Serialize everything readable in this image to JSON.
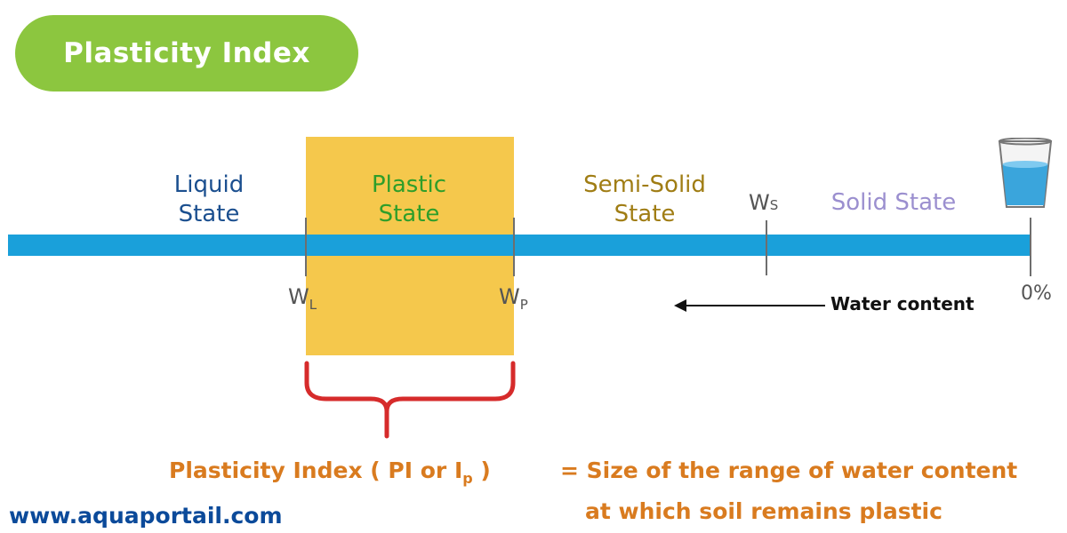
{
  "title": "Plasticity Index",
  "states": {
    "liquid": [
      "Liquid",
      "State"
    ],
    "plastic": [
      "Plastic",
      "State"
    ],
    "semi_solid": [
      "Semi-Solid",
      "State"
    ],
    "solid": "Solid State"
  },
  "limits": {
    "wl": {
      "main": "W",
      "sub": "L"
    },
    "wp": {
      "main": "W",
      "sub": "P"
    },
    "ws": {
      "main": "W",
      "sub": "S"
    }
  },
  "zero_label": "0%",
  "arrow_label": "Water content",
  "formula": {
    "left_prefix": "Plasticity Index ( PI or I",
    "left_sub": "p",
    "left_suffix": " )",
    "right_line1": "= Size of the range of water content",
    "right_line2": "at which soil remains plastic"
  },
  "watermark": "www.aquaportail.com",
  "colors": {
    "title_bg": "#8cc63f",
    "plastic_band": "#f5c84c",
    "water_bar": "#1aa0da",
    "brace": "#d62b2b",
    "liquid_text": "#1b4f8f",
    "plastic_text": "#2e9e2a",
    "semi_solid_text": "#a07d14",
    "solid_text": "#9b8fcf",
    "formula_text": "#d97b1f"
  },
  "icons": [
    "water-glass-icon",
    "arrow-left-icon",
    "curly-brace-icon"
  ]
}
